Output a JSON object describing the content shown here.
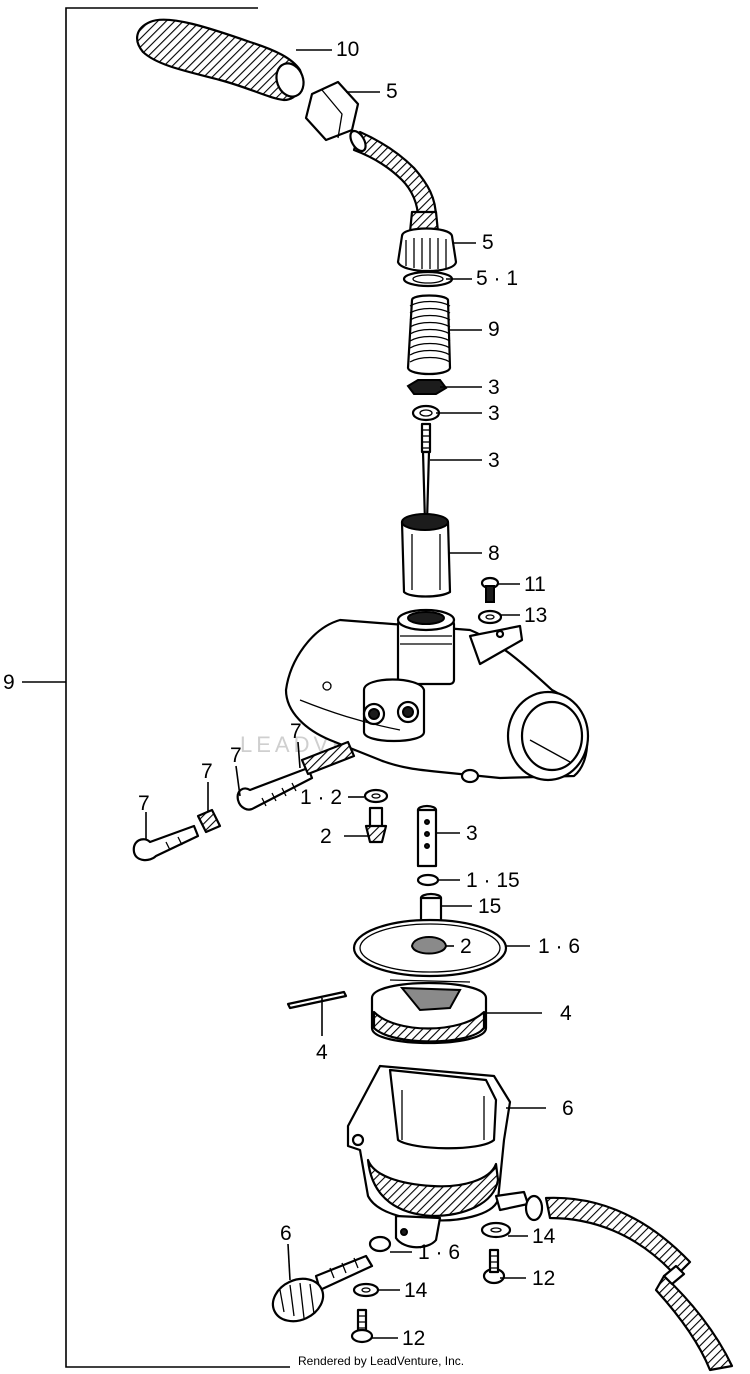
{
  "callouts": [
    {
      "id": "c1",
      "text": "10"
    },
    {
      "id": "c2",
      "text": "5"
    },
    {
      "id": "c3",
      "text": "5"
    },
    {
      "id": "c4",
      "text": "5 · 1"
    },
    {
      "id": "c5",
      "text": "9"
    },
    {
      "id": "c6",
      "text": "3"
    },
    {
      "id": "c7",
      "text": "3"
    },
    {
      "id": "c8",
      "text": "3"
    },
    {
      "id": "c9",
      "text": "8"
    },
    {
      "id": "c10",
      "text": "11"
    },
    {
      "id": "c11",
      "text": "13"
    },
    {
      "id": "c12",
      "text": "9"
    },
    {
      "id": "c13",
      "text": "7"
    },
    {
      "id": "c14",
      "text": "7"
    },
    {
      "id": "c15",
      "text": "7"
    },
    {
      "id": "c16",
      "text": "7"
    },
    {
      "id": "c17",
      "text": "1 · 2"
    },
    {
      "id": "c18",
      "text": "2"
    },
    {
      "id": "c19",
      "text": "3"
    },
    {
      "id": "c20",
      "text": "1 · 15"
    },
    {
      "id": "c21",
      "text": "15"
    },
    {
      "id": "c22",
      "text": "2"
    },
    {
      "id": "c23",
      "text": "1 · 6"
    },
    {
      "id": "c24",
      "text": "4"
    },
    {
      "id": "c25",
      "text": "4"
    },
    {
      "id": "c26",
      "text": "6"
    },
    {
      "id": "c27",
      "text": "14"
    },
    {
      "id": "c28",
      "text": "6"
    },
    {
      "id": "c29",
      "text": "1 · 6"
    },
    {
      "id": "c30",
      "text": "12"
    },
    {
      "id": "c31",
      "text": "14"
    },
    {
      "id": "c32",
      "text": "12"
    }
  ],
  "watermark": "LEADVENTURE",
  "footer": "Rendered by LeadVenture, Inc."
}
